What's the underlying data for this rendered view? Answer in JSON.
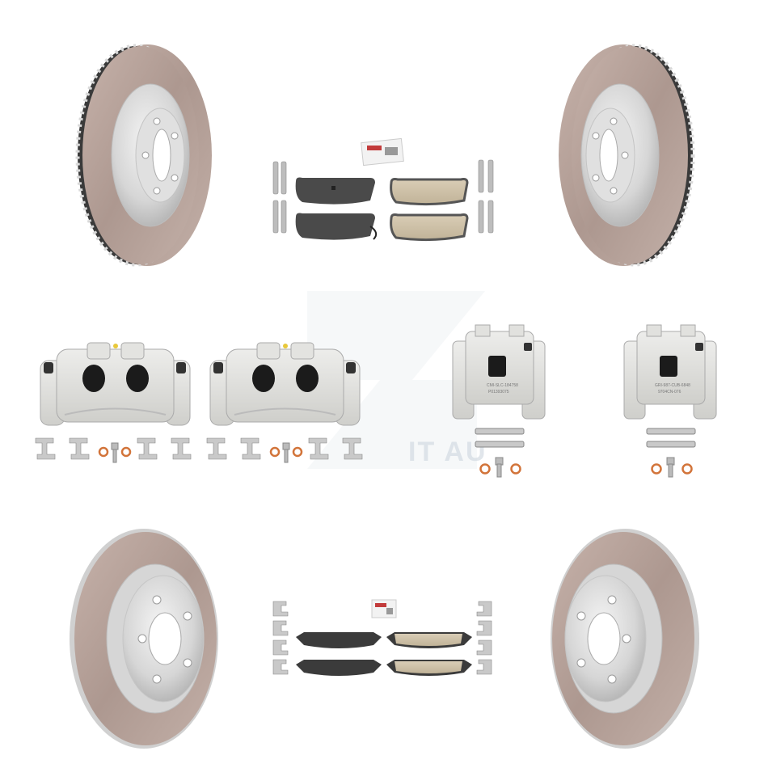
{
  "watermark": {
    "text": "IT AU"
  },
  "caliper_labels": {
    "rear_left": [
      "CMI-SLC-184758",
      "P01393075"
    ],
    "rear_right": [
      "GRI-987-CUB-6848",
      "9704CN-076"
    ]
  },
  "components": {
    "rotors": [
      "front-left-rotor",
      "front-right-rotor",
      "rear-left-rotor",
      "rear-right-rotor"
    ],
    "calipers": [
      "front-left-caliper",
      "front-right-caliper",
      "rear-left-caliper",
      "rear-right-caliper"
    ],
    "pad_sets": [
      "rear-pad-set",
      "front-pad-set"
    ]
  }
}
